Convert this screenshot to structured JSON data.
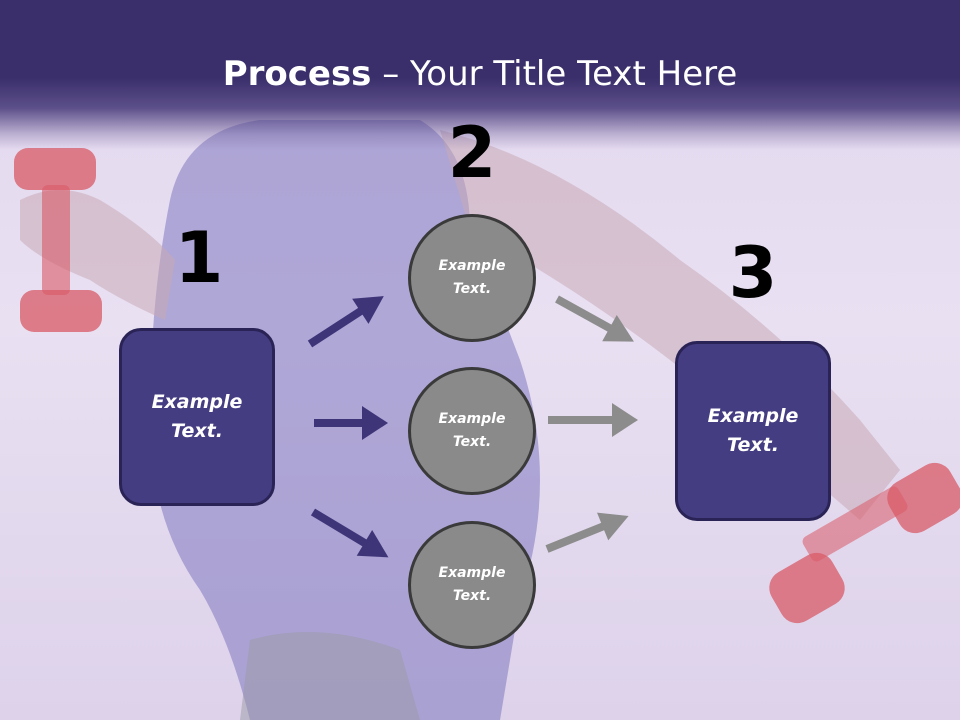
{
  "title": {
    "bold": "Process",
    "rest": " – Your Title Text Here"
  },
  "steps": {
    "one": {
      "number": "1",
      "box_text": "Example Text."
    },
    "two": {
      "number": "2",
      "circles": [
        "Example Text.",
        "Example Text.",
        "Example Text."
      ]
    },
    "three": {
      "number": "3",
      "box_text": "Example Text."
    }
  },
  "colors": {
    "title_band": "#3b2f6b",
    "box_fill": "#453d82",
    "circle_fill": "#8a8a8a",
    "arrow_purple": "#3e3579",
    "arrow_gray": "#8c8c8c"
  }
}
